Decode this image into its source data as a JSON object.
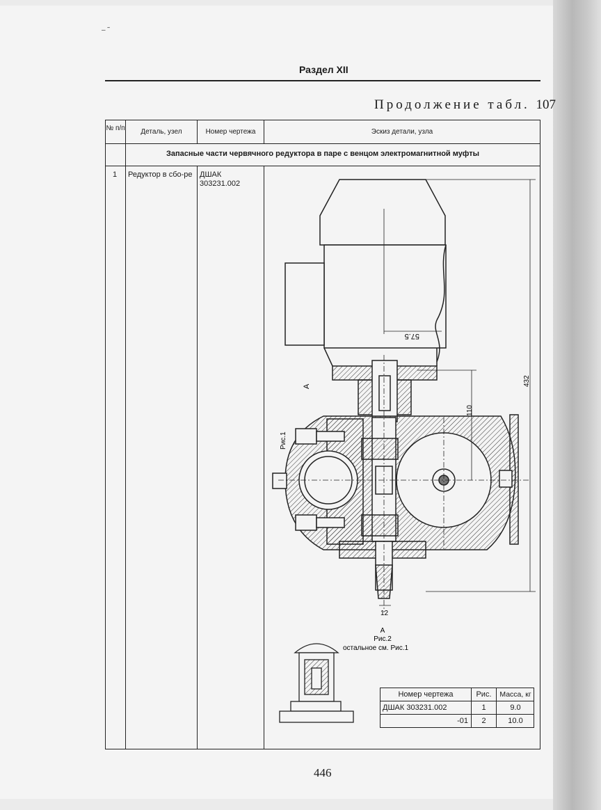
{
  "header": {
    "section_title": "Раздел XII"
  },
  "continuation": {
    "label": "Продолжение табл.",
    "number": "107"
  },
  "table": {
    "columns": [
      "№ п/п",
      "Деталь, узел",
      "Номер чертежа",
      "Эскиз детали, узла"
    ],
    "section": "Запасные части червячного редуктора в паре с венцом электромагнитной муфты",
    "row": {
      "num": "1",
      "part": "Редуктор в сбо-ре",
      "drawing": "ДШАК 303231.002"
    }
  },
  "drawing": {
    "dims": {
      "d57": "57.5",
      "d110": "110",
      "d432": "432",
      "d12": "12",
      "view_label": "A"
    },
    "fig1": "Рис.1",
    "fig2": {
      "a": "A",
      "b": "Рис.2",
      "c": "остальное см. Рис.1"
    },
    "spec": {
      "headers": [
        "Номер чертежа",
        "Рис.",
        "Масса, кг"
      ],
      "rows": [
        [
          "ДШАК 303231.002",
          "1",
          "9.0"
        ],
        [
          "-01",
          "2",
          "10.0"
        ]
      ]
    }
  },
  "page_number": "446"
}
